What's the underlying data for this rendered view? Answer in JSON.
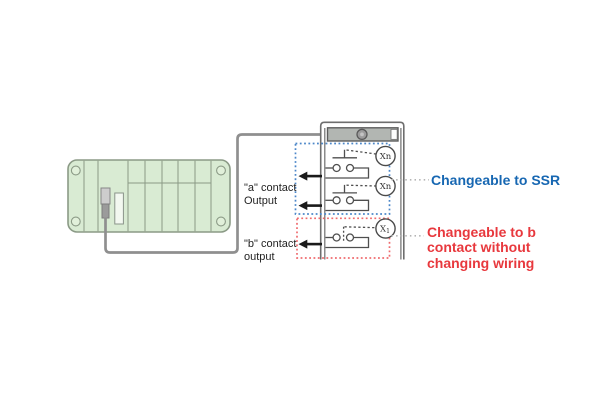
{
  "outputs": {
    "a_contact": {
      "line1": "\"a\" contact",
      "line2": "Output"
    },
    "b_contact": {
      "line1": "\"b\" contact",
      "line2": "output"
    }
  },
  "coils": [
    {
      "label": "Xn",
      "sub": ""
    },
    {
      "label": "Xn",
      "sub": ""
    },
    {
      "label": "X",
      "sub": "1"
    }
  ],
  "annotations": {
    "ssr": {
      "text": "Changeable to SSR",
      "color": "#1767b2"
    },
    "b_contact": {
      "line1": "Changeable to b",
      "line2": "contact without",
      "line3": "changing wiring",
      "color": "#e8383d"
    }
  },
  "colors": {
    "plc_fill": "#d9ebd3",
    "plc_stroke": "#8b9a86",
    "wire_gray": "#8f8f8f",
    "schematic_line": "#4f4f4f",
    "highlight_blue": "#4c87c9",
    "highlight_red": "#ef6b6e",
    "leader_gray": "#b4b4b4",
    "arrow_black": "#1a1a1a"
  }
}
